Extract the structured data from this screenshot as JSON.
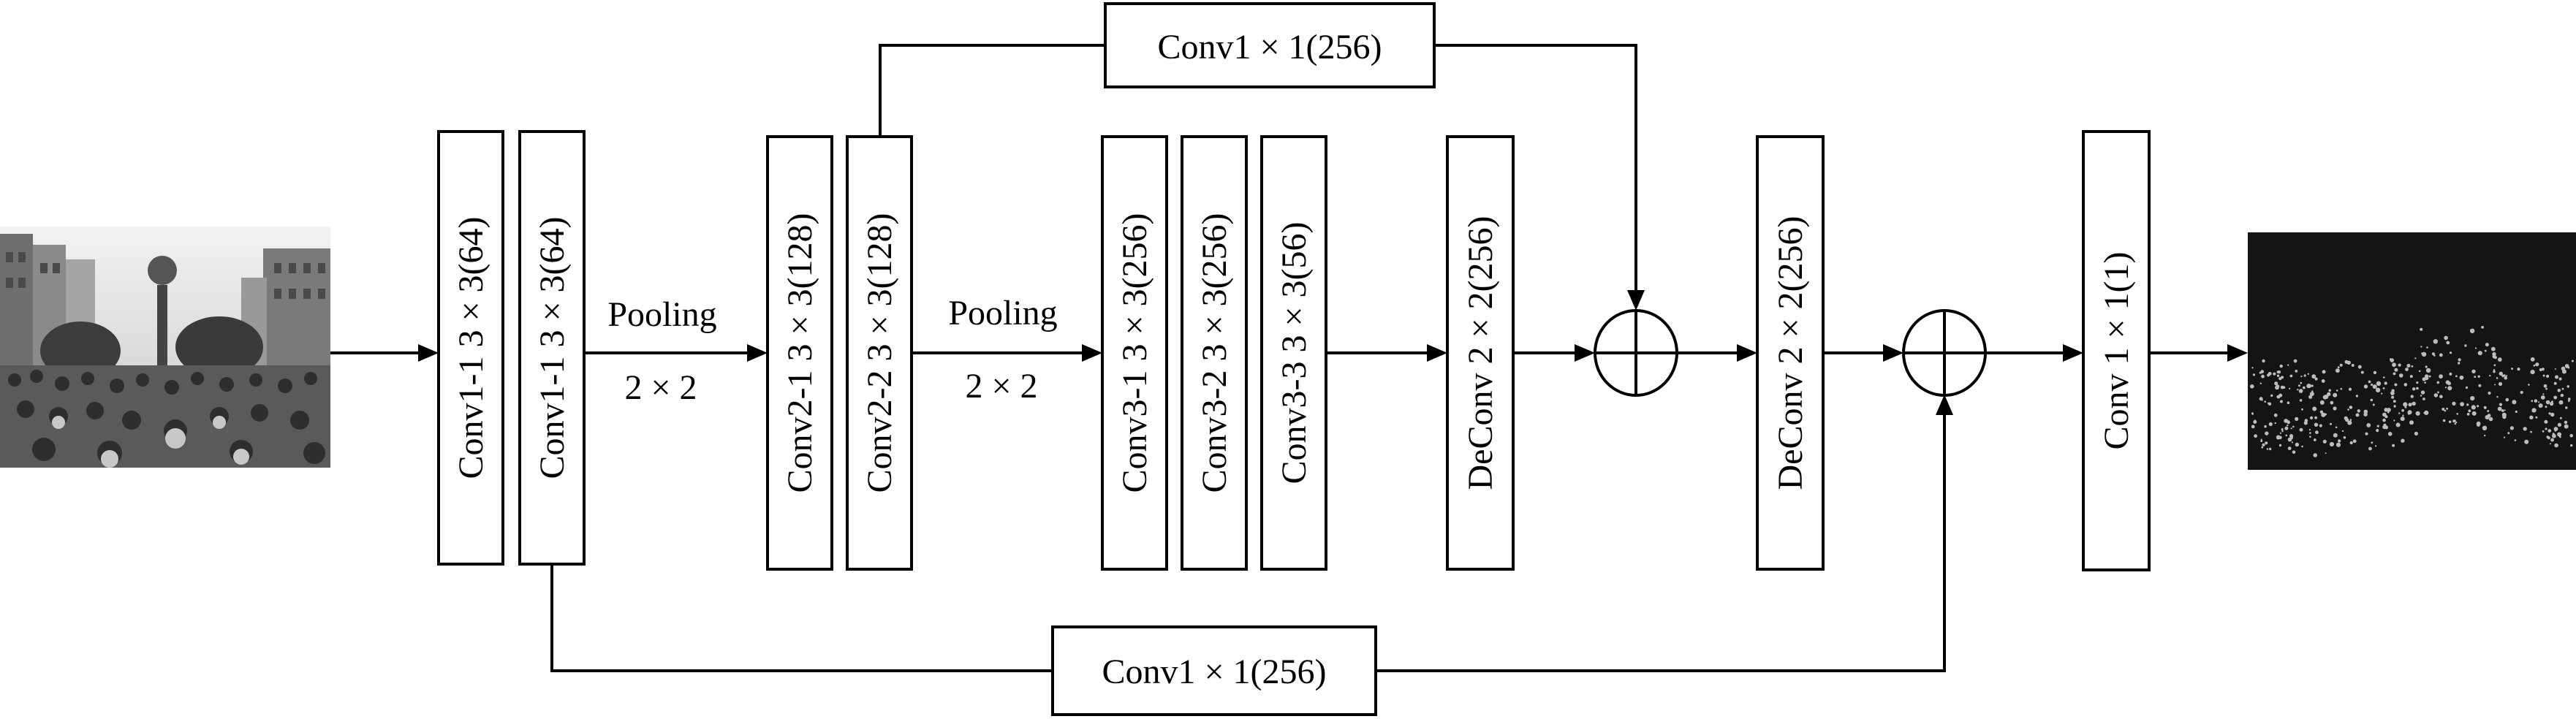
{
  "input_image": {
    "description_icon": "crowd-photo-grayscale"
  },
  "output_image": {
    "description_icon": "density-map-dark"
  },
  "layers": {
    "conv1_1a": "Conv1-1 3 × 3(64)",
    "conv1_1b": "Conv1-1 3 × 3(64)",
    "pool1_name": "Pooling",
    "pool1_size": "2 × 2",
    "conv2_1": "Conv2-1 3 × 3(128)",
    "conv2_2": "Conv2-2 3 × 3(128)",
    "pool2_name": "Pooling",
    "pool2_size": "2 × 2",
    "conv3_1": "Conv3-1 3 × 3(256)",
    "conv3_2": "Conv3-2 3 × 3(256)",
    "conv3_3": "Conv3-3 3 × 3(56)",
    "deconv1": "DeConv 2 × 2(256)",
    "deconv2": "DeConv 2 × 2(256)",
    "conv_out": "Conv 1 × 1(1)",
    "skip_top": "Conv1 × 1(256)",
    "skip_bottom": "Conv1 × 1(256)"
  },
  "icons": {
    "sum_top": "circle-plus-icon",
    "sum_bottom": "circle-plus-icon"
  }
}
